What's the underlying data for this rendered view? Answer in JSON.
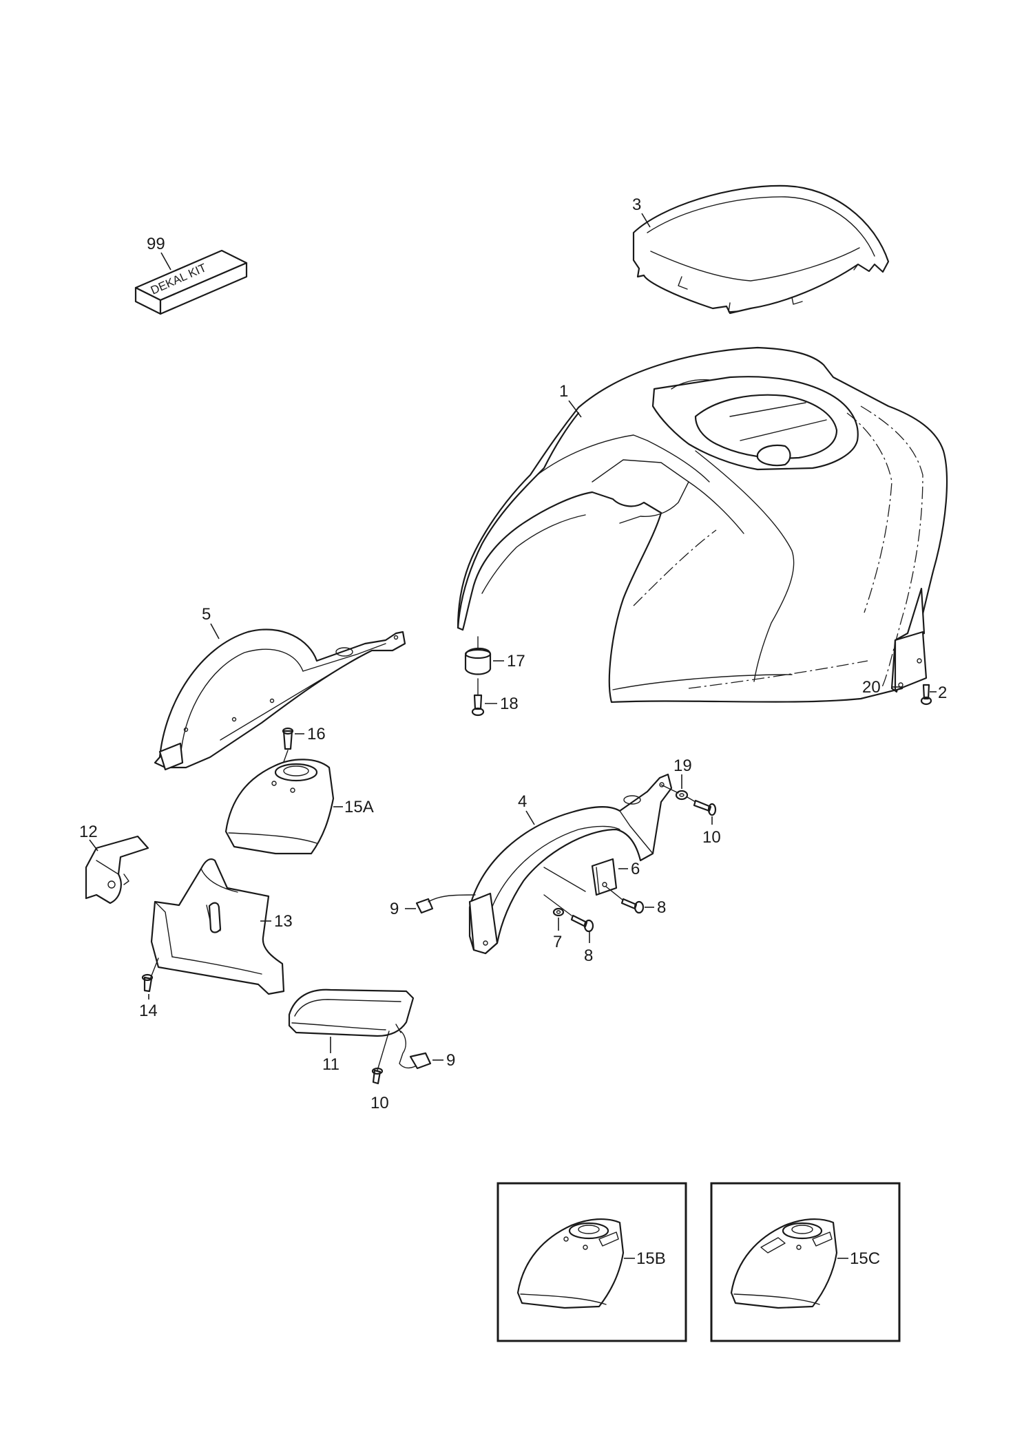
{
  "labels": {
    "p1": "1",
    "p2": "2",
    "p3": "3",
    "p4": "4",
    "p5": "5",
    "p6": "6",
    "p7": "7",
    "p8a": "8",
    "p8b": "8",
    "p9a": "9",
    "p9b": "9",
    "p10a": "10",
    "p10b": "10",
    "p11": "11",
    "p12": "12",
    "p13": "13",
    "p14": "14",
    "p15a": "15A",
    "p15b": "15B",
    "p15c": "15C",
    "p16": "16",
    "p17": "17",
    "p18": "18",
    "p19": "19",
    "p20": "20",
    "p99": "99"
  },
  "decal_kit_text": "DEKAL KIT"
}
